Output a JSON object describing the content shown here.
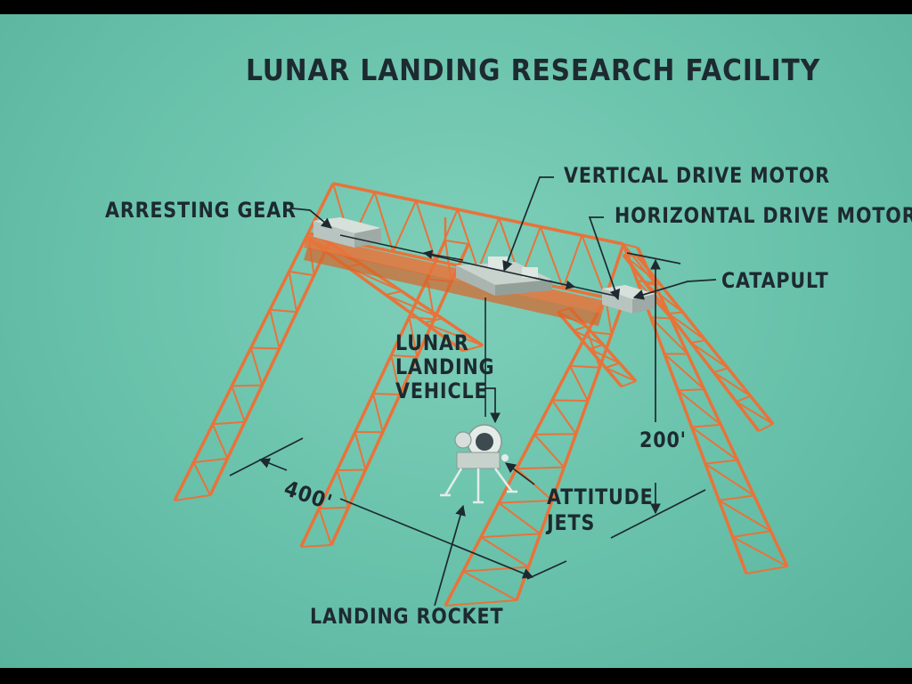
{
  "title": "LUNAR LANDING RESEARCH FACILITY",
  "labels": {
    "arresting_gear": "ARRESTING GEAR",
    "vertical_drive_motor": "VERTICAL DRIVE MOTOR",
    "horizontal_drive_motor": "HORIZONTAL DRIVE MOTOR",
    "catapult": "CATAPULT",
    "lunar_landing_vehicle": [
      "LUNAR",
      "LANDING",
      "VEHICLE"
    ],
    "height_dimension": "200'",
    "width_dimension": "400'",
    "attitude_jets": [
      "ATTITUDE",
      "JETS"
    ],
    "landing_rocket": "LANDING ROCKET"
  },
  "colors": {
    "background": "#6cc4ad",
    "truss": "#e8733a",
    "truss_highlight": "#f4a46c",
    "text": "#1d2a30"
  }
}
